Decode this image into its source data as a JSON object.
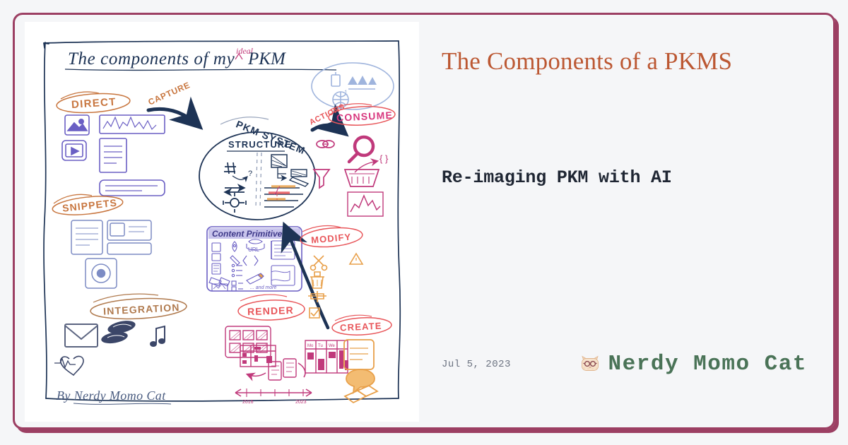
{
  "page": {
    "background_color": "#f5f6f8",
    "frame_color": "#9c3f63",
    "card_background": "#ffffff"
  },
  "post": {
    "title": "The Components of a PKMS",
    "title_color": "#bc5833",
    "subtitle": "Re-imaging PKM with AI",
    "subtitle_color": "#1f2633",
    "date": "Jul 5, 2023",
    "date_color": "#6b7280"
  },
  "author": {
    "name": "Nerdy Momo Cat",
    "name_color": "#4a7357",
    "avatar_icon": "cat-face-icon"
  },
  "sketch": {
    "heading": "The components of my",
    "heading_insert": "ideal",
    "heading_end": "PKM",
    "signature": "By Nerdy Momo Cat",
    "center_label": "PKM SYSTEM",
    "center_inner_label": "STRUCTURE",
    "arrow_capture": "CAPTURE",
    "arrow_actions": "ACTIONS",
    "primitives_title": "Content Primitives",
    "primitives_url_label": "URL",
    "primitives_more_label": "... and more",
    "timeline_start": "2016",
    "timeline_end": "2023",
    "kanban_columns": [
      "Mo",
      "Tu",
      "We"
    ],
    "labels": [
      {
        "text": "DIRECT",
        "color": "#c8763f"
      },
      {
        "text": "SNIPPETS",
        "color": "#c8763f"
      },
      {
        "text": "CONSUME",
        "color": "#d8387f"
      },
      {
        "text": "MODIFY",
        "color": "#e8565a"
      },
      {
        "text": "INTEGRATION",
        "color": "#b07a4e"
      },
      {
        "text": "RENDER",
        "color": "#e8565a"
      },
      {
        "text": "CREATE",
        "color": "#e8565a"
      }
    ],
    "colors": {
      "ink": "#1d3355",
      "periwinkle": "#6a5fc4",
      "magenta": "#c0397b",
      "orange": "#e8a04a",
      "red": "#e8565a",
      "tan": "#c8763f",
      "lightblue": "#9fb4dd",
      "slate": "#5b6480",
      "pink": "#c23a7a"
    }
  }
}
